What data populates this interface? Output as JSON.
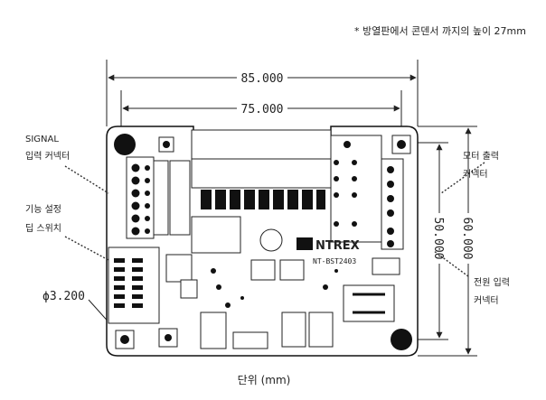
{
  "top_note": "* 방열판에서 콘덴서 까지의 높이 27mm",
  "dimensions": {
    "width_overall": "85.000",
    "width_holes": "75.000",
    "height_overall": "60.000",
    "height_holes": "50.000",
    "hole_diameter": "3.200"
  },
  "callouts": {
    "signal_line1": "SIGNAL",
    "signal_line2": "입력 커넥터",
    "dip_line1": "기능 설정",
    "dip_line2": "딥 스위치",
    "motor_line1": "모터 출력",
    "motor_line2": "커넥터",
    "power_line1": "전원 입력",
    "power_line2": "커넥터"
  },
  "board": {
    "logo": "NTREX",
    "model": "NT-BST2403"
  },
  "unit_label": "단위 (mm)"
}
